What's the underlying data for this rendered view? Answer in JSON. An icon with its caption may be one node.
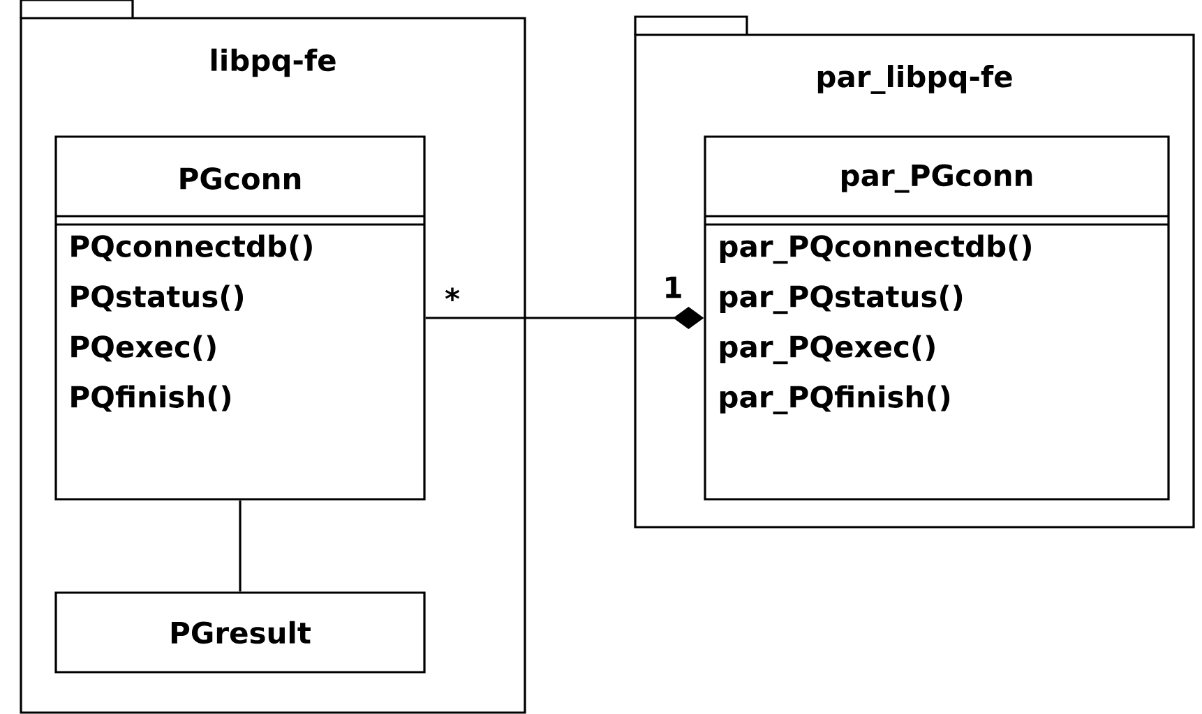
{
  "diagram": {
    "nodes": [
      {
        "text": [
          "libpq-fe"
        ]
      },
      {
        "text": [
          "PGconn",
          "PQconnectdb()",
          "PQstatus()",
          "PQexec()",
          "PQfinish()"
        ],
        "in": 0
      },
      {
        "text": [
          "PGresult"
        ],
        "in": 0
      },
      {
        "text": [
          "par_libpq-fe"
        ]
      },
      {
        "text": [
          "par_PGconn",
          "par_PQconnectdb()",
          "par_PQstatus()",
          "par_PQexec()",
          "par_PQfinish()"
        ],
        "in": 3
      }
    ],
    "edges": [
      {
        "from": 1,
        "to": 2,
        "arrow": "none"
      },
      {
        "from": 1,
        "to": 4,
        "arrow": "other"
      }
    ],
    "labels": [
      "*",
      "1"
    ]
  }
}
